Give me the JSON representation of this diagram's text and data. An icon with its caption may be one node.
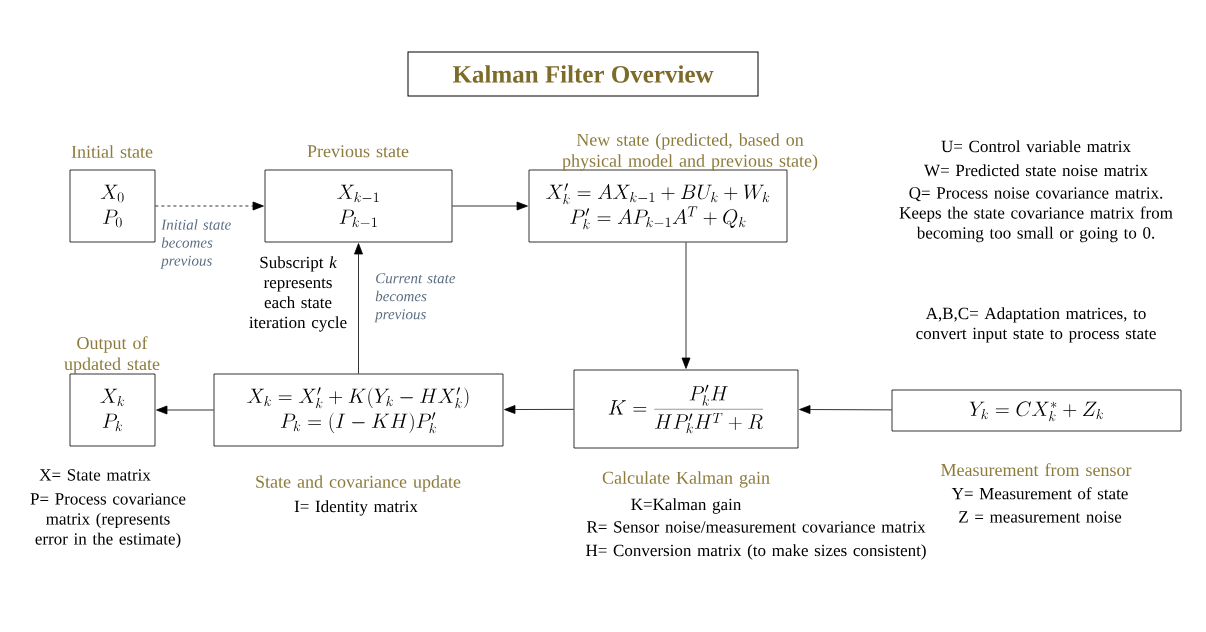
{
  "diagram": {
    "title": "Kalman Filter Overview",
    "nodes": [
      {
        "text": [
          "Initial state",
          "X_0",
          "P_0"
        ]
      },
      {
        "text": [
          "Previous state",
          "X_{k-1}",
          "P_{k-1}"
        ]
      },
      {
        "text": [
          "New state (predicted, based on physical model and previous state)",
          "X'_k = AX_{k-1} + BU_k + W_k",
          "P'_k = AP_{k-1}A^T + Q_k"
        ]
      },
      {
        "text": [
          "K = \\frac{P'_k H}{H P'_k H^T + R}",
          "Calculate Kalman gain"
        ]
      },
      {
        "text": [
          "X_k = X'_k + K(Y_k - HX'_k)",
          "P_k = (I - KH)P'_k",
          "State and covariance update"
        ]
      },
      {
        "text": [
          "Output of updated state",
          "X_k",
          "P_k"
        ]
      },
      {
        "text": [
          "Y_k = CX^*_k + Z_k",
          "Measurement from sensor"
        ]
      }
    ],
    "edges": [
      {
        "from": 0,
        "to": 1,
        "arrow": "to",
        "style": "dashed",
        "label": "Initial state becomes previous"
      },
      {
        "from": 1,
        "to": 2,
        "arrow": "to"
      },
      {
        "from": 2,
        "to": 3,
        "arrow": "to"
      },
      {
        "from": 6,
        "to": 3,
        "arrow": "to"
      },
      {
        "from": 3,
        "to": 4,
        "arrow": "to"
      },
      {
        "from": 4,
        "to": 1,
        "arrow": "to",
        "label": "Current state becomes previous"
      },
      {
        "from": 4,
        "to": 5,
        "arrow": "to"
      }
    ],
    "labels": [
      "U= Control variable matrix",
      "W= Predicted state noise matrix",
      "Q= Process noise covariance matrix. Keeps the state covariance matrix from becoming too small or going to 0.",
      "A,B,C= Adaptation matrices, to convert input state to process state",
      "Subscript *k* represents each state iteration cycle",
      "X= State matrix",
      "P= Process covariance matrix (represents error in the estimate)",
      "I= Identity matrix",
      "K=Kalman gain",
      "R= Sensor noise/measurement covariance matrix",
      "H= Conversion matrix (to make sizes consistent)",
      "Y= Measurement of state",
      "Z = measurement noise"
    ]
  }
}
